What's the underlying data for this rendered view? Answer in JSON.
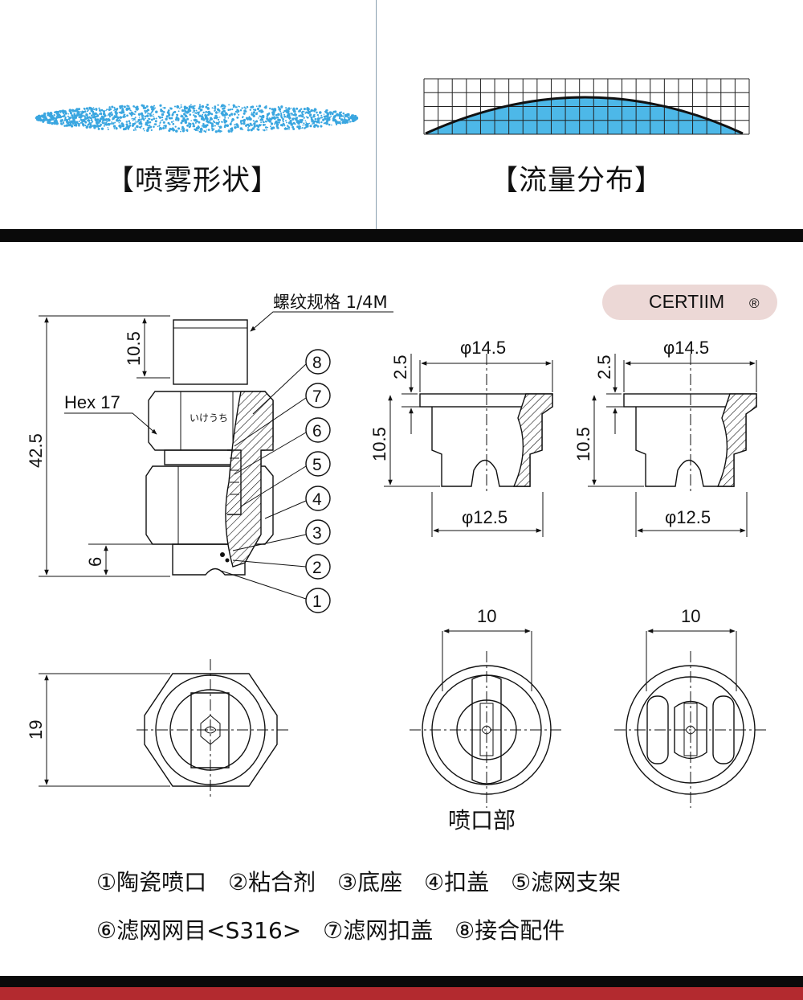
{
  "top": {
    "spray_title": "【喷雾形状】",
    "flow_title": "【流量分布】",
    "colors": {
      "spray": "#3aa6e0",
      "flow_fill": "#4db8e8",
      "bar_black": "#0a0a0a",
      "bar_red": "#b32a2f"
    }
  },
  "brand": {
    "name": "CERTIIM",
    "mark": "®",
    "badge_color": "#ecd8d6"
  },
  "drawing": {
    "thread_spec": "螺纹规格 1/4M",
    "hex_label": "Hex 17",
    "engraving": "いけうち",
    "dims": {
      "total_height": "42.5",
      "thread_len": "10.5",
      "bottom_len": "6",
      "hex_width": "19",
      "tip_dia_top": "φ14.5",
      "tip_dia_bottom": "φ12.5",
      "tip_top_h": "2.5",
      "tip_body_h": "10.5",
      "slot_w": "10"
    },
    "callouts": [
      "8",
      "7",
      "6",
      "5",
      "4",
      "3",
      "2",
      "1"
    ],
    "orifice_caption": "喷口部"
  },
  "legend": {
    "row1": [
      "①陶瓷喷口",
      "②粘合剂",
      "③底座",
      "④扣盖",
      "⑤滤网支架"
    ],
    "row2": [
      "⑥滤网网目<S316>",
      "⑦滤网扣盖",
      "⑧接合配件"
    ]
  }
}
